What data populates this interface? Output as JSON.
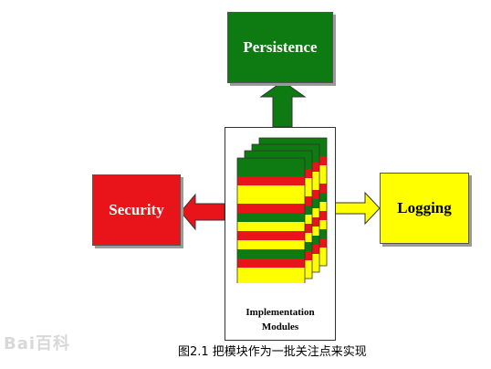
{
  "boxes": {
    "persistence": {
      "label": "Persistence",
      "color": "#0e7a12"
    },
    "security": {
      "label": "Security",
      "color": "#e8141a"
    },
    "logging": {
      "label": "Logging",
      "color": "#ffff00"
    }
  },
  "implementation": {
    "label_line1": "Implementation",
    "label_line2": "Modules",
    "stripe_colors": [
      "#0e7a12",
      "#e8141a",
      "#ffff00"
    ]
  },
  "caption": "图2.1 把模块作为一批关注点来实现",
  "watermark": "Bai百科"
}
